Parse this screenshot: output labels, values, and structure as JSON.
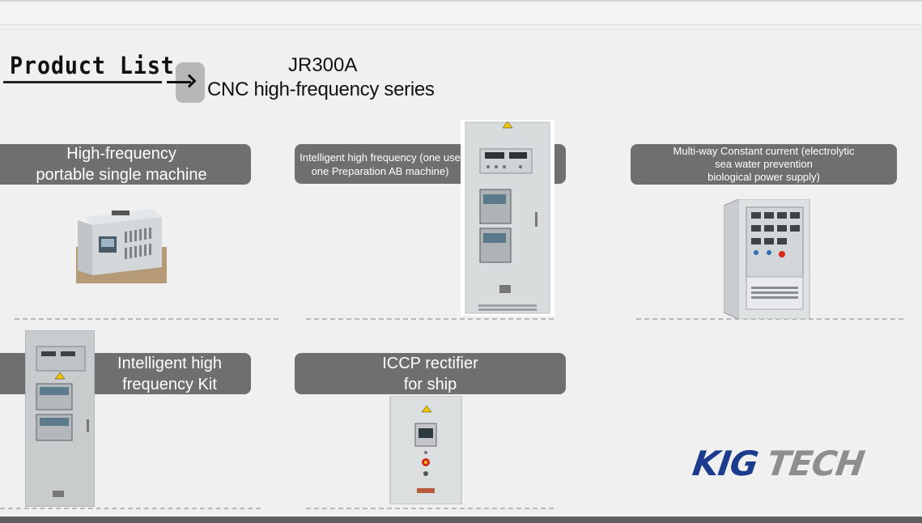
{
  "header": {
    "title": "Product List",
    "series_model": "JR300A",
    "series_name": "CNC high-frequency series"
  },
  "products": [
    {
      "label_line1": "High-frequency",
      "label_line2": "portable single machine"
    },
    {
      "label_line1": "Intelligent high frequency (one use",
      "label_line2": "one Preparation AB machine)"
    },
    {
      "label_line1": "Multi-way Constant current (electrolytic",
      "label_line2": "sea water prevention",
      "label_line3": "biological power supply)"
    },
    {
      "label_line1": "Intelligent high",
      "label_line2": "frequency Kit"
    },
    {
      "label_line1": "ICCP rectifier",
      "label_line2": "for ship"
    }
  ],
  "logo": {
    "part1": "KIG",
    "part2": "TECH"
  },
  "colors": {
    "label_bg": "#6f6f6f",
    "logo_blue": "#1b3b8c",
    "logo_gray": "#8e8e8e",
    "page_bg": "#f0f0f0",
    "cabinet": "#d9dcdd",
    "warning": "#f2c400",
    "estop_red": "#d8261c"
  }
}
